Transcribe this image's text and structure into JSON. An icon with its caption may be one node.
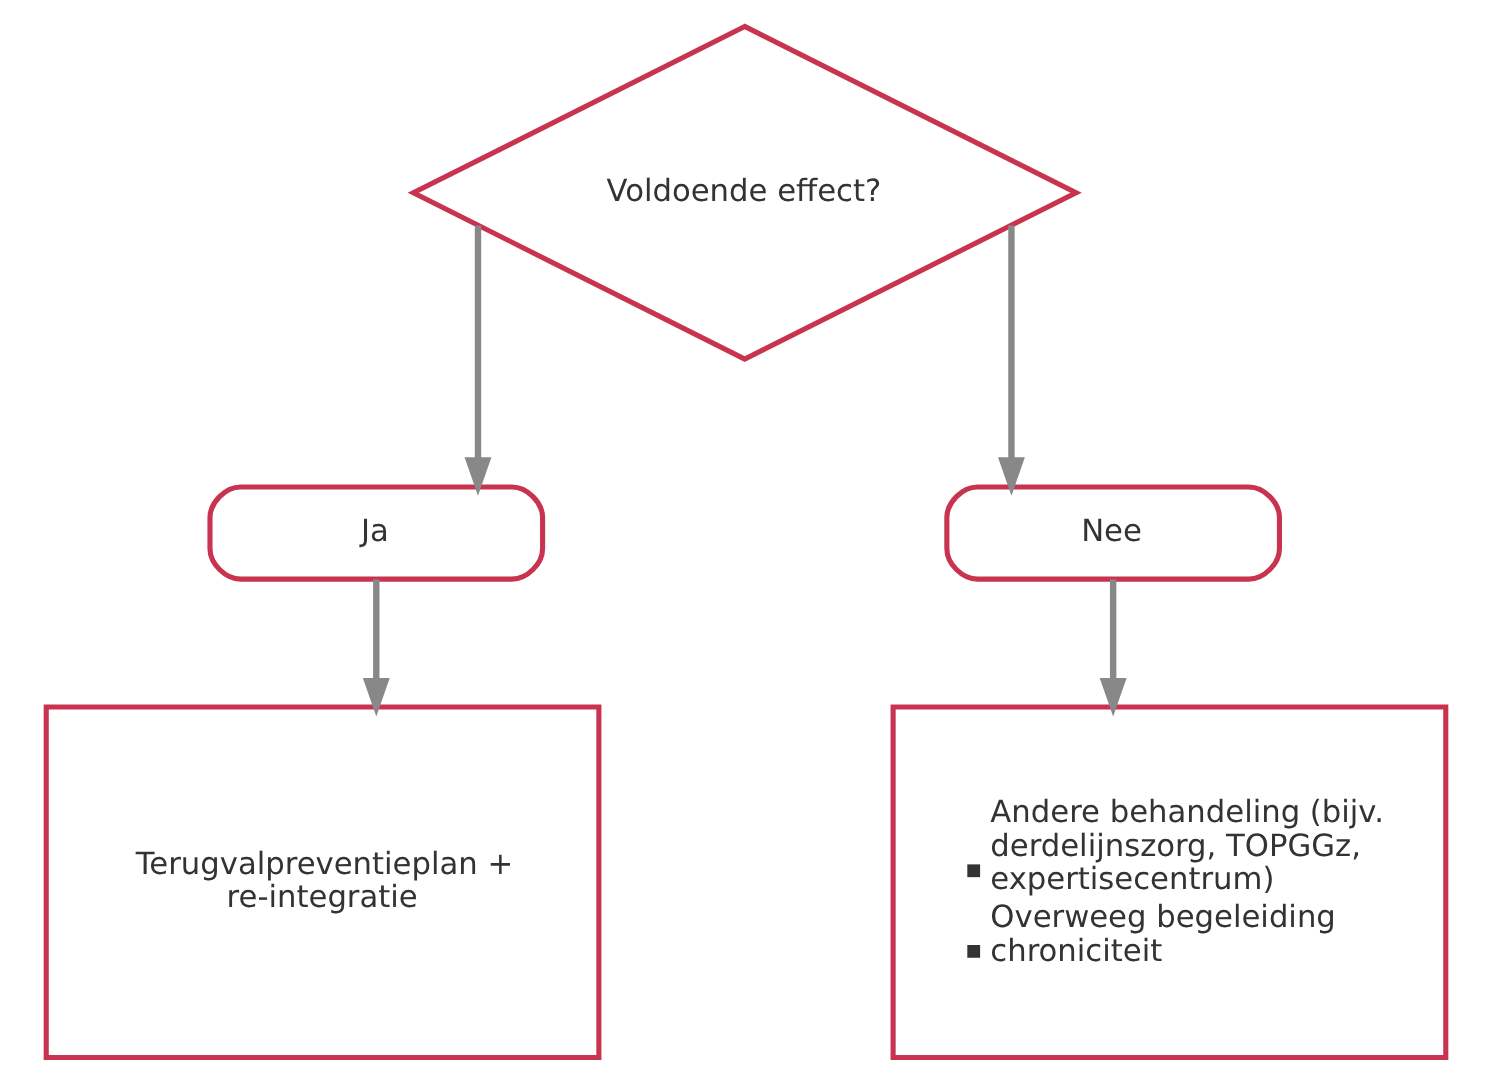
{
  "diagram": {
    "nodes": [
      {
        "text": [
          "Voldoende effect?"
        ]
      },
      {
        "text": [
          "Ja"
        ]
      },
      {
        "text": [
          "Nee"
        ]
      },
      {
        "text": [
          "Terugvalpreventieplan + re-integratie"
        ]
      },
      {
        "text": [
          "Andere behandeling (bijv. derdelijnszorg, TOPGGz, expertisecentrum)",
          "Overweeg begeleiding chroniciteit"
        ]
      }
    ],
    "edges": [
      {
        "from": 0,
        "to": 1,
        "arrow": "to"
      },
      {
        "from": 0,
        "to": 2,
        "arrow": "to"
      },
      {
        "from": 1,
        "to": 3,
        "arrow": "to"
      },
      {
        "from": 2,
        "to": 4,
        "arrow": "to"
      }
    ]
  }
}
